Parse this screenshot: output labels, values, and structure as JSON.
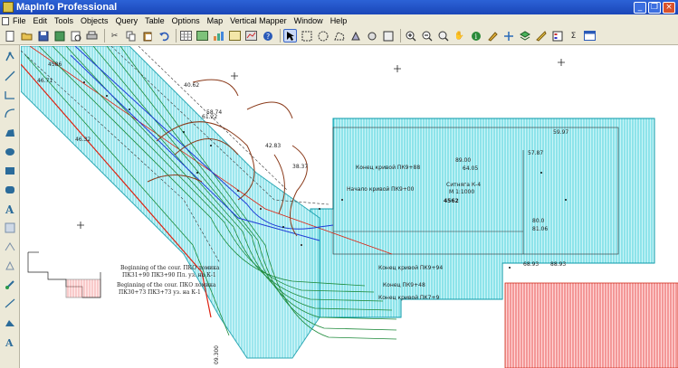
{
  "window": {
    "title": "MapInfo Professional",
    "controls": {
      "minimize": "_",
      "restore": "❐",
      "close": "×"
    }
  },
  "menu": [
    "File",
    "Edit",
    "Tools",
    "Objects",
    "Query",
    "Table",
    "Options",
    "Map",
    "Vertical Mapper",
    "Window",
    "Help"
  ],
  "toolbar_icons": [
    "new-doc-icon",
    "open-icon",
    "save-icon",
    "save-as-icon",
    "print-preview-icon",
    "print-icon",
    "cut-icon",
    "copy-icon",
    "paste-icon",
    "undo-icon",
    "table-icon",
    "map-icon",
    "graph-icon",
    "layout-icon",
    "help-icon",
    "select-arrow-icon",
    "select-region-icon",
    "radius-select-icon",
    "polygon-select-icon",
    "boundary-select-icon",
    "invert-select-icon",
    "zoom-in-icon",
    "zoom-out-icon",
    "change-view-icon",
    "grabber-icon",
    "info-icon",
    "label-icon",
    "drag-window-icon",
    "layer-control-icon",
    "ruler-icon",
    "legend-icon",
    "statistics-icon"
  ],
  "map": {
    "parcel_label": {
      "name": "Ситняга К-4",
      "code": "М 1:1000",
      "number": "4562"
    },
    "annotations": {
      "beginning_1": "Beginning of the cour. ПКО ломика",
      "beginning_1_sub": "ПК31+90 ПКЗ+90 Пл. уз. на К-1",
      "beginning_2": "Beginning of the cour. ПКО ломика",
      "beginning_2_sub": "ПК30+73 ПКЗ+73 уз. на К-1",
      "notes": [
        "Конец кривой ПК9+88",
        "Начало кривой ПК9+00",
        "Конец кривой ПК9+94",
        "Конец ПК9+48",
        "Конец кривой ПК7+9"
      ]
    },
    "elevations": [
      "40.62",
      "58.74",
      "38.37",
      "42.83",
      "59.97",
      "57.87",
      "68.93",
      "88.93",
      "89.00",
      "64.05",
      "80.0",
      "81.06"
    ],
    "corner_labels": [
      "4586",
      "46.71",
      "46.32",
      "61.22"
    ],
    "axis_label": "09.300"
  }
}
